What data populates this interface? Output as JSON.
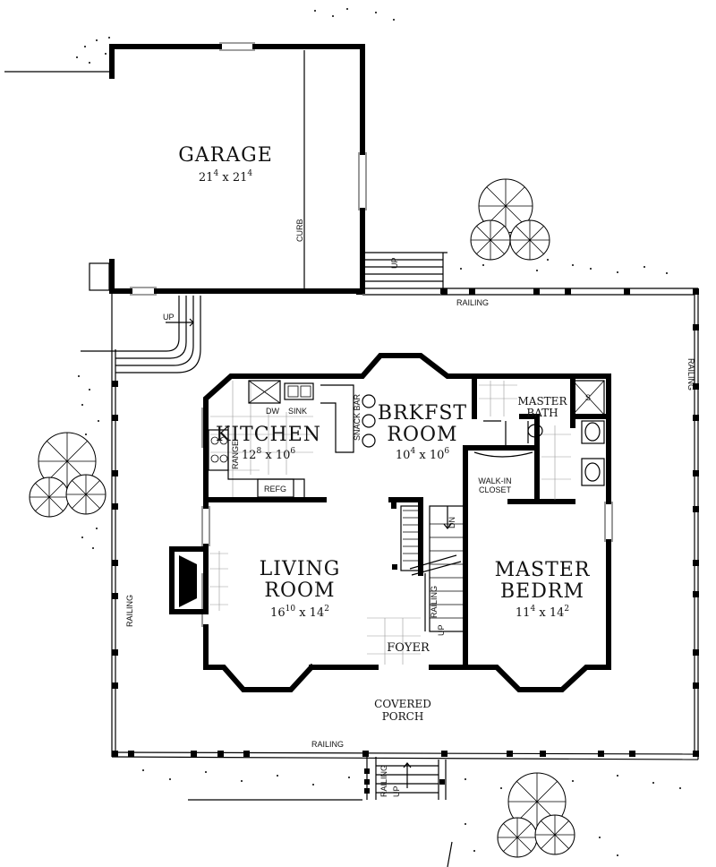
{
  "rooms": {
    "garage": {
      "name": "GARAGE",
      "dim_a": "21",
      "dim_a_sup": "4",
      "dim_b": "21",
      "dim_b_sup": "4"
    },
    "kitchen": {
      "name": "KITCHEN",
      "dim_a": "12",
      "dim_a_sup": "8",
      "dim_b": "10",
      "dim_b_sup": "6"
    },
    "breakfast": {
      "name_line1": "BRKFST",
      "name_line2": "ROOM",
      "dim_a": "10",
      "dim_a_sup": "4",
      "dim_b": "10",
      "dim_b_sup": "6"
    },
    "living": {
      "name_line1": "LIVING",
      "name_line2": "ROOM",
      "dim_a": "16",
      "dim_a_sup": "10",
      "dim_b": "14",
      "dim_b_sup": "2"
    },
    "master_bedroom": {
      "name_line1": "MASTER",
      "name_line2": "BEDRM",
      "dim_a": "11",
      "dim_a_sup": "4",
      "dim_b": "14",
      "dim_b_sup": "2"
    },
    "master_bath": {
      "name_line1": "MASTER",
      "name_line2": "BATH"
    },
    "closet": {
      "name_line1": "WALK-IN",
      "name_line2": "CLOSET"
    },
    "foyer": {
      "name": "FOYER"
    },
    "porch": {
      "name_line1": "COVERED",
      "name_line2": "PORCH"
    }
  },
  "labels": {
    "curb": "CURB",
    "up": "UP",
    "dn": "DN",
    "railing": "RAILING",
    "dw": "DW",
    "sink": "SINK",
    "snack_bar": "SNACK BAR",
    "range": "RANGE",
    "refg": "REFG",
    "shower": "S",
    "times": "x"
  }
}
